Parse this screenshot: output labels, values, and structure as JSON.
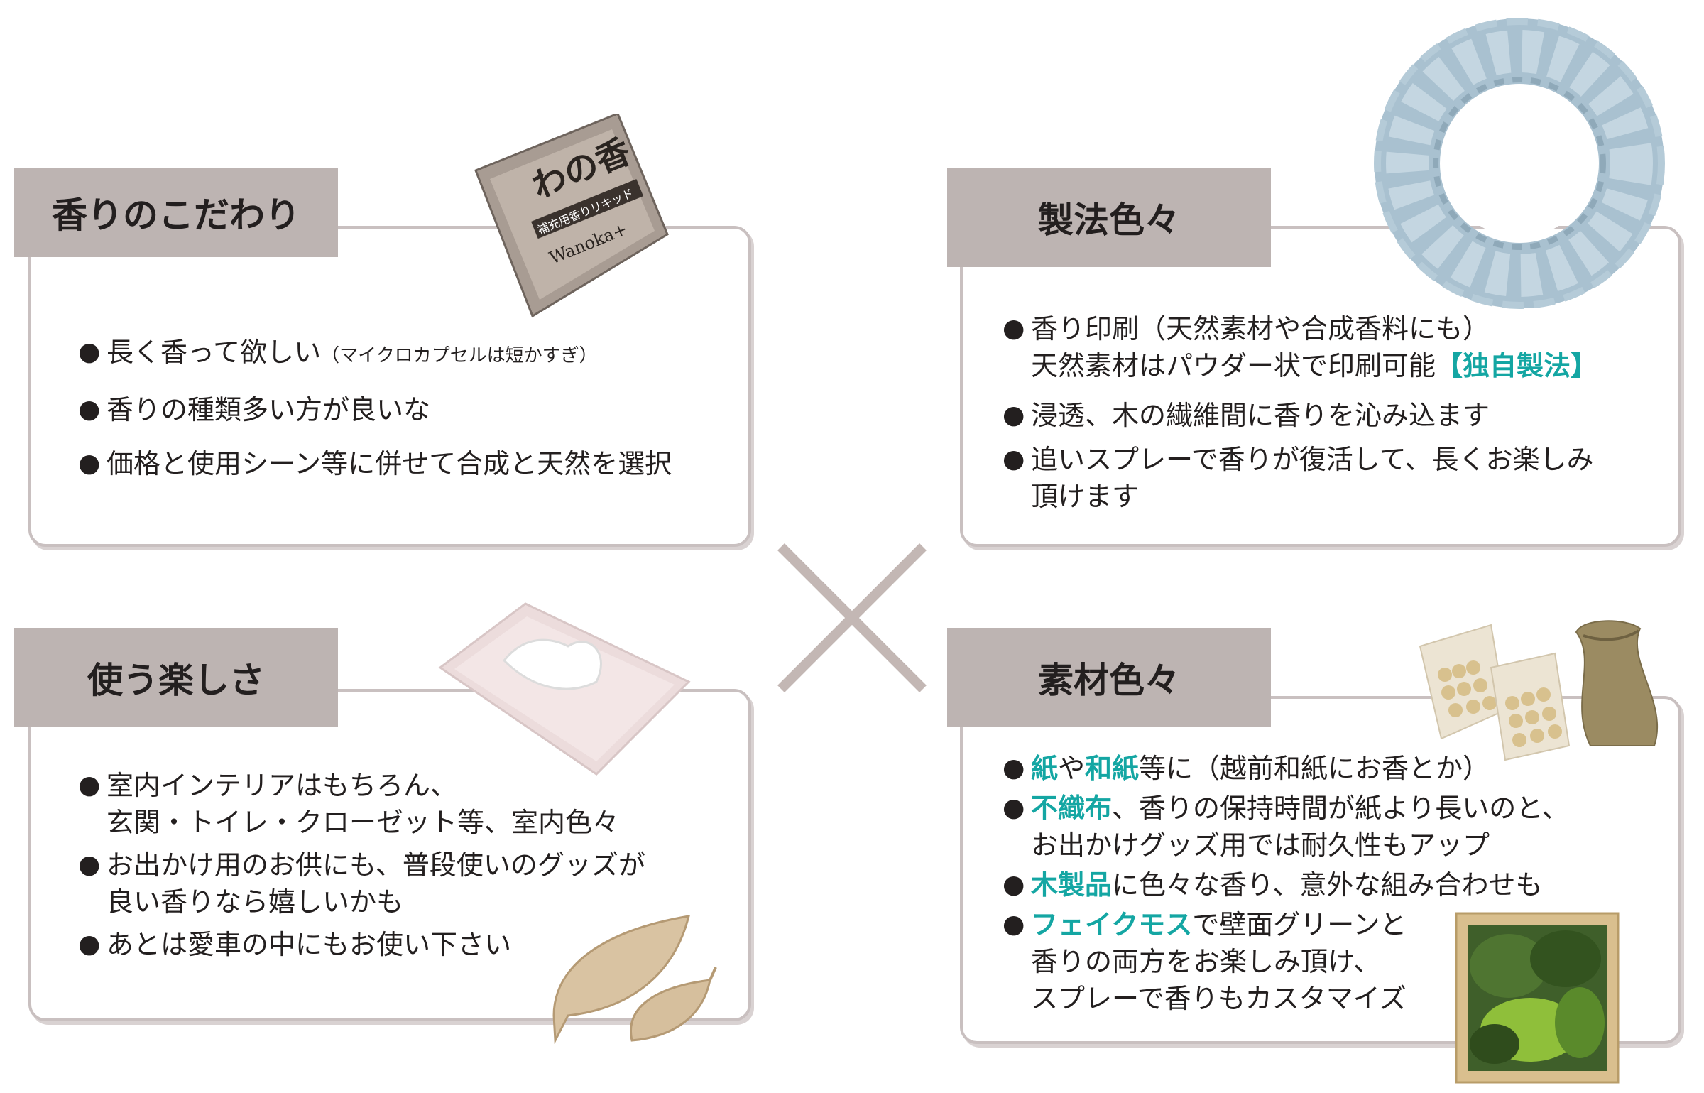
{
  "panels": {
    "top_left": {
      "title": "香りのこだわり",
      "items": [
        {
          "main": "長く香って欲しい",
          "note": "（マイクロカプセルは短かすぎ）"
        },
        {
          "main": "香りの種類多い方が良いな"
        },
        {
          "main": "価格と使用シーン等に併せて合成と天然を選択"
        }
      ],
      "package": {
        "brand": "わの香",
        "sub": "補充用香りリキッド",
        "logo": "Wanoka+"
      }
    },
    "top_right": {
      "title": "製法色々",
      "items": [
        {
          "line1": "香り印刷（天然素材や合成香料にも）",
          "line2": "天然素材はパウダー状で印刷可能",
          "highlight": "【独自製法】"
        },
        {
          "line1": "浸透、木の繊維間に香りを沁み込ます"
        },
        {
          "line1": "追いスプレーで香りが復活して、長くお楽しみ",
          "line2": "頂けます"
        }
      ]
    },
    "bottom_left": {
      "title": "使う楽しさ",
      "items": [
        {
          "line1": "室内インテリアはもちろん、",
          "line2": "玄関・トイレ・クローゼット等、室内色々"
        },
        {
          "line1": "お出かけ用のお供にも、普段使いのグッズが",
          "line2": "良い香りなら嬉しいかも"
        },
        {
          "line1": "あとは愛車の中にもお使い下さい"
        }
      ]
    },
    "bottom_right": {
      "title": "素材色々",
      "items": [
        {
          "hl1": "紙",
          "t1": "や",
          "hl2": "和紙",
          "t2": "等に（越前和紙にお香とか）"
        },
        {
          "hl": "不織布",
          "rest": "、香りの保持時間が紙より長いのと、",
          "line2": "お出かけグッズ用では耐久性もアップ"
        },
        {
          "hl": "木製品",
          "rest": "に色々な香り、意外な組み合わせも"
        },
        {
          "hl": "フェイクモス",
          "rest": "で壁面グリーンと",
          "line2": "香りの両方をお楽しみ頂け、",
          "line3": "スプレーで香りもカスタマイズ"
        }
      ]
    }
  },
  "bullet": "●",
  "colors": {
    "accent": "#14a6a3",
    "tab_bg": "#bdb4b2",
    "border": "#c9c0c0"
  }
}
